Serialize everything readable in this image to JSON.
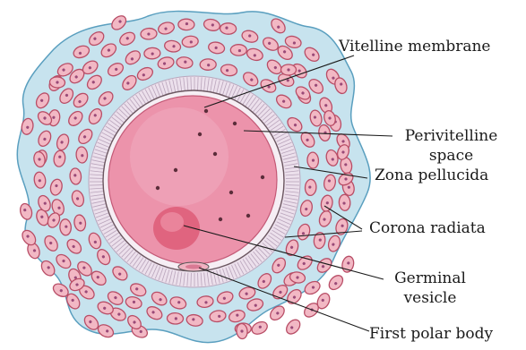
{
  "colors": {
    "background_fluid": "#c7e3ee",
    "fluid_edge": "#5a9fbf",
    "follicle_cell_fill": "#f2b8c4",
    "follicle_cell_edge": "#b84d66",
    "follicle_nucleus": "#9a4a78",
    "zona_pellucida": "#ece0ec",
    "ooplasm": "#ec93ab",
    "germinal_vesicle": "#e0647f",
    "yolk_granule": "#5b2d3a"
  },
  "diagram": {
    "labels": {
      "vitelline_membrane": "Vitelline membrane",
      "perivitelline_space_line1": "Perivitelline",
      "perivitelline_space_line2": "space",
      "zona_pellucida": "Zona pellucida",
      "corona_radiata": "Corona radiata",
      "germinal_vesicle_line1": "Germinal",
      "germinal_vesicle_line2": "vesicle",
      "first_polar_body": "First polar body"
    }
  }
}
